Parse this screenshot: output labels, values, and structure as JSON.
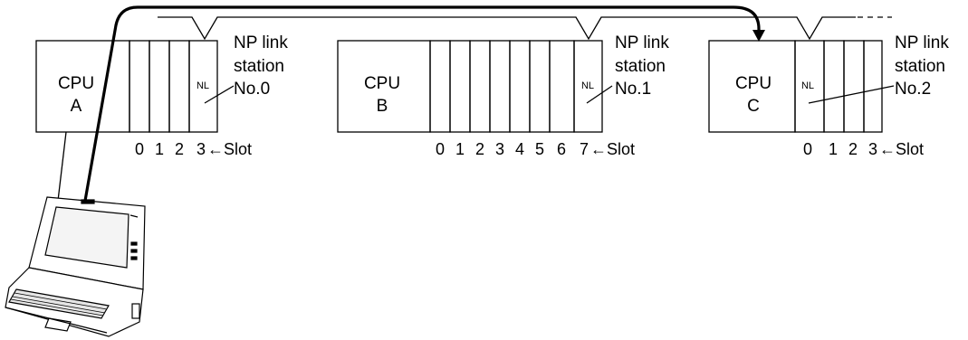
{
  "stations": [
    {
      "cpu_line1": "CPU",
      "cpu_line2": "A",
      "module_label": "NL",
      "station_line1": "NP link",
      "station_line2": "station",
      "station_line3": "No.0",
      "slot_numbers": [
        "0",
        "1",
        "2",
        "3"
      ],
      "slot_label": "←Slot"
    },
    {
      "cpu_line1": "CPU",
      "cpu_line2": "B",
      "module_label": "NL",
      "station_line1": "NP link",
      "station_line2": "station",
      "station_line3": "No.1",
      "slot_numbers": [
        "0",
        "1",
        "2",
        "3",
        "4",
        "5",
        "6",
        "7"
      ],
      "slot_label": "←Slot"
    },
    {
      "cpu_line1": "CPU",
      "cpu_line2": "C",
      "module_label": "NL",
      "station_line1": "NP link",
      "station_line2": "station",
      "station_line3": "No.2",
      "slot_numbers": [
        "0",
        "1",
        "2",
        "3"
      ],
      "slot_label": "←Slot"
    }
  ]
}
